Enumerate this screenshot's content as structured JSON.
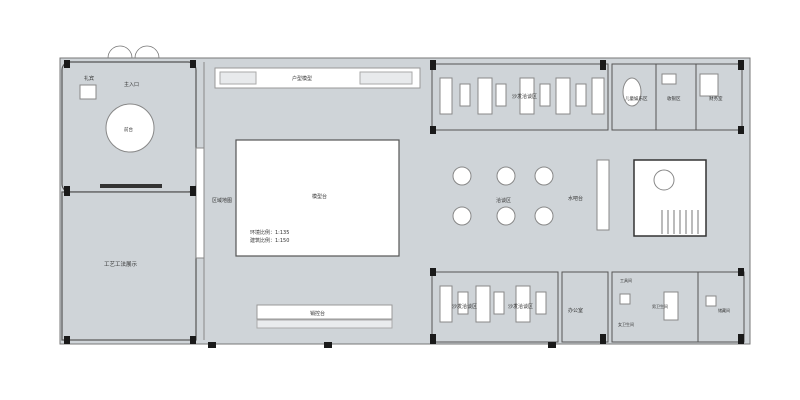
{
  "plan": {
    "colors": {
      "floor": "#cfd4d8",
      "wall": "#1a1a1a",
      "furniture": "#ffffff",
      "line": "#555555"
    },
    "labels": {
      "ceremony": "礼宾",
      "main_entrance": "主入口",
      "reception_round": "前台",
      "craft_display": "工艺工法展示",
      "regional_map": "区域地图",
      "unit_models": "户型模型",
      "sand_table": "模型台",
      "env_scale": "环境比例：1:135",
      "bld_scale": "建筑比例：1:150",
      "sofa_top": "沙发洽谈区",
      "kids_area": "儿童娱乐区",
      "waiting": "收银区",
      "finance": "财务室",
      "seating": "洽谈区",
      "water_bar": "水吧台",
      "sales_desk": "销控台",
      "sofa_bottom_a": "沙发洽谈区",
      "sofa_bottom_b": "沙发洽谈区",
      "office": "办公室",
      "staff_room": "工具间",
      "restroom_m": "男卫生间",
      "restroom_f": "女卫生间",
      "storage": "储藏间"
    }
  }
}
